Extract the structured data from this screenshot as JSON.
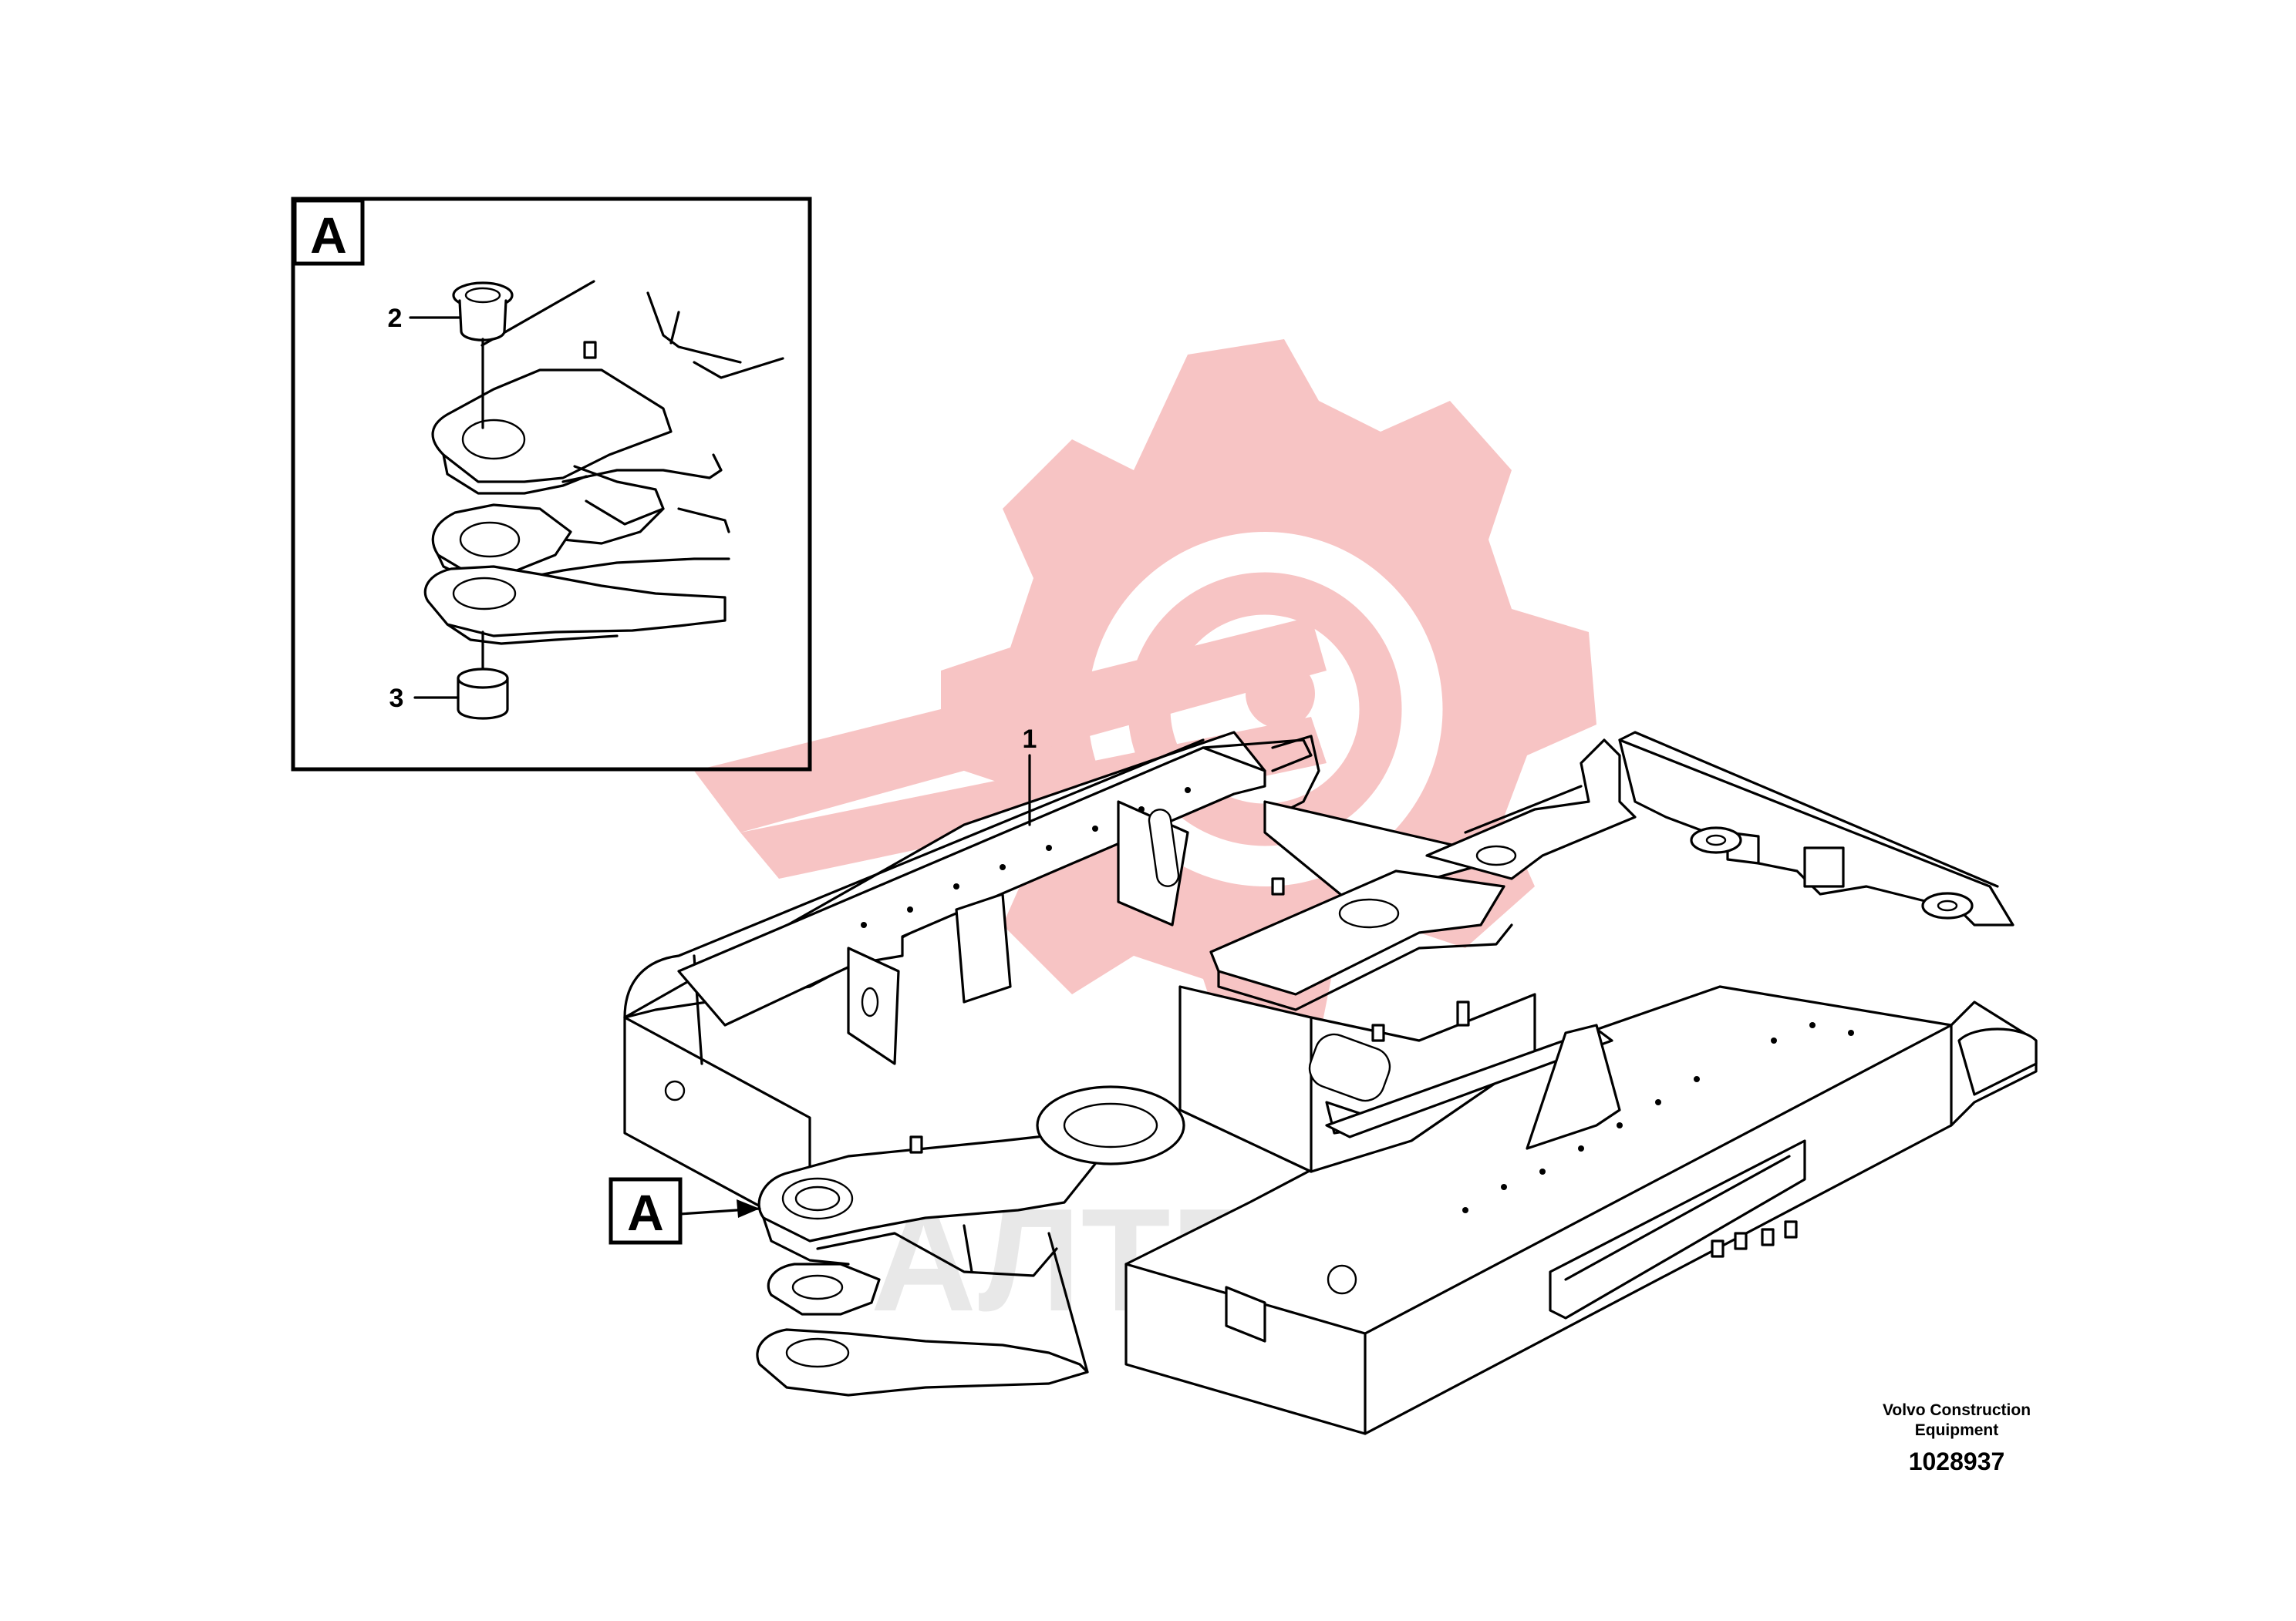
{
  "diagram": {
    "callouts": [
      {
        "id": "1",
        "text": "1"
      },
      {
        "id": "2",
        "text": "2"
      },
      {
        "id": "3",
        "text": "3"
      }
    ],
    "detail_marker": "A",
    "detail_box_label": "A",
    "publisher_line1": "Volvo Construction",
    "publisher_line2": "Equipment",
    "drawing_number": "1028937",
    "watermark_text": "АЛТЕХ",
    "colors": {
      "line": "#000000",
      "background": "#ffffff",
      "watermark": "#f6a9a9",
      "watermark_text": "#d6d6d6"
    }
  }
}
